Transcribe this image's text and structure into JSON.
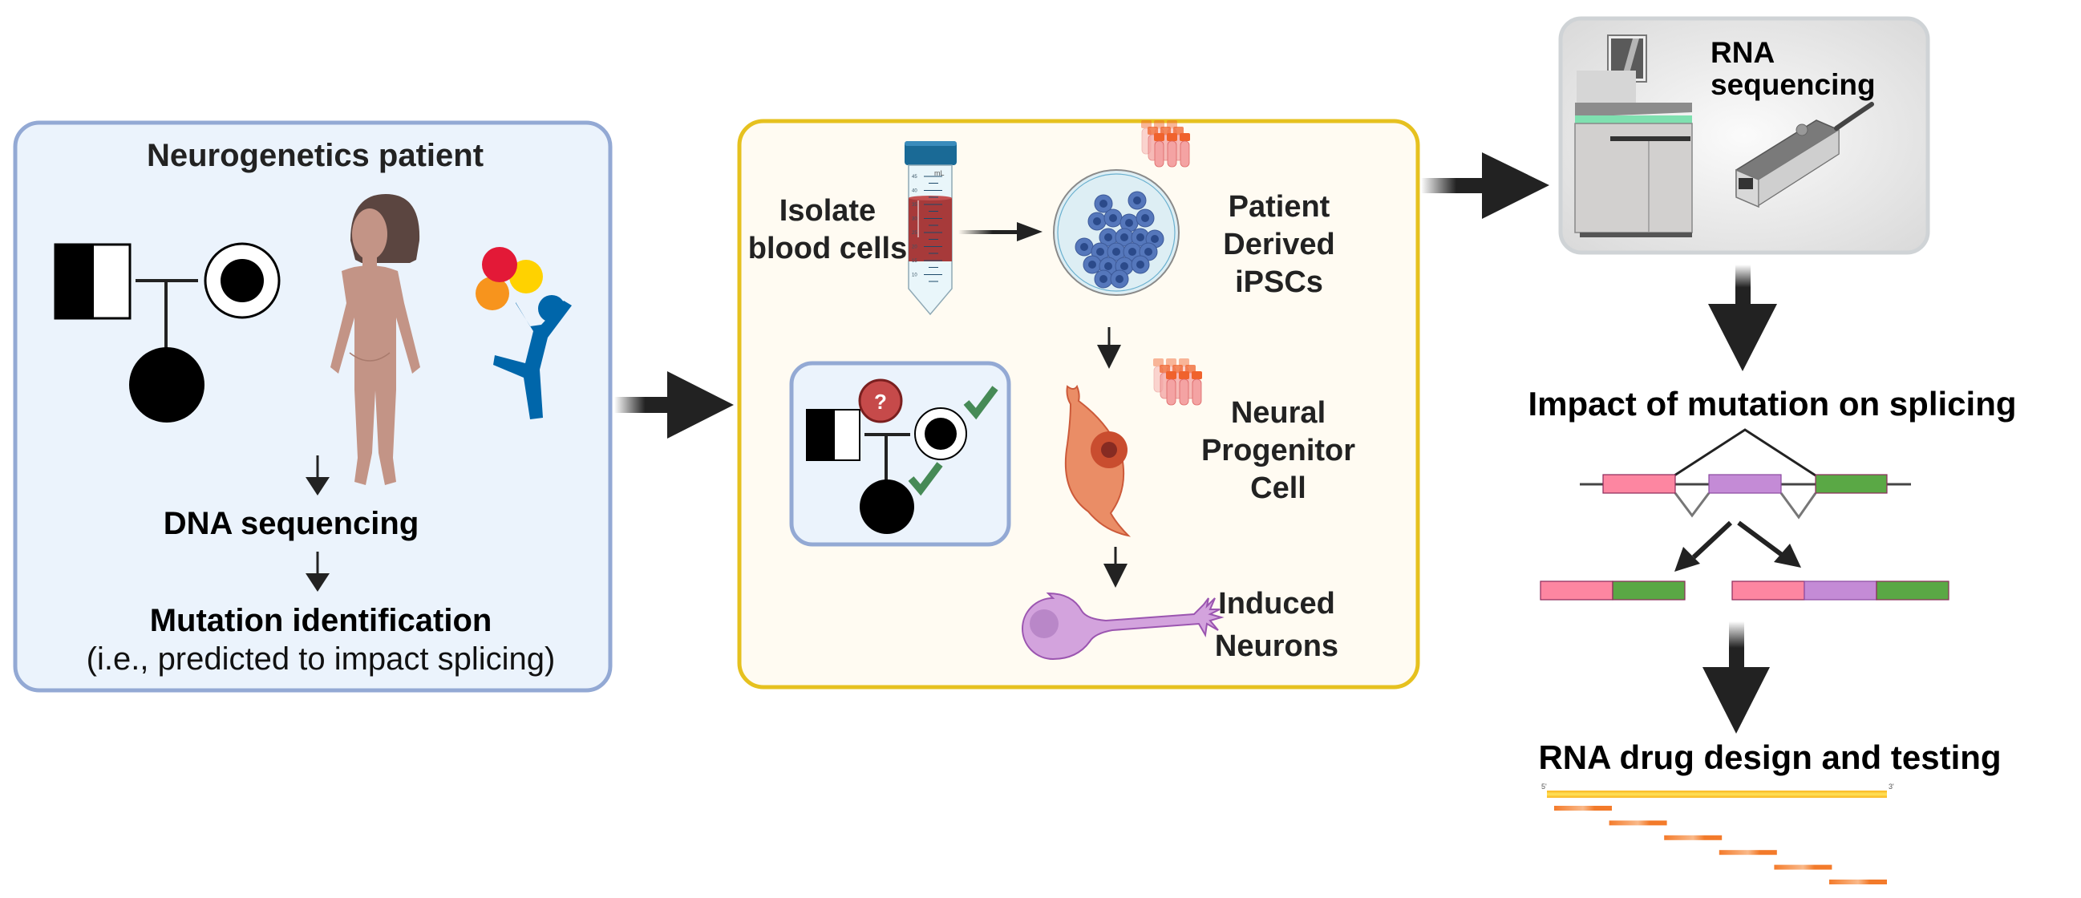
{
  "figure": {
    "title": "Patient-to-RNA-therapy workflow"
  },
  "colors": {
    "patient_panel_bg": "#ebf3fc",
    "patient_panel_border": "#93a9d4",
    "cell_panel_bg": "#fffbf2",
    "cell_panel_border": "#e6c11f",
    "seq_panel_bg": "#e8e8e8",
    "seq_panel_border": "#cfd3d6",
    "arrow": "#222222",
    "exon_1": "#fd86a1",
    "exon_2": "#c48bd6",
    "exon_3": "#5aa845",
    "exon_border": "#8b2a5a",
    "check": "#468a56",
    "question": "#c64a4a",
    "oligo": "#f27a2a",
    "target_strand": "#fdd33a"
  },
  "patient_panel": {
    "title": "Neurogenetics patient",
    "step1": "DNA sequencing",
    "step2": "Mutation identification",
    "step2_note": "(i.e., predicted to impact splicing)"
  },
  "cell_panel": {
    "isolate_line1": "Isolate",
    "isolate_line2": "blood cells",
    "ipsc_line1": "Patient",
    "ipsc_line2": "Derived",
    "ipsc_line3": "iPSCs",
    "npc_line1": "Neural",
    "npc_line2": "Progenitor",
    "npc_line3": "Cell",
    "neuron_line1": "Induced",
    "neuron_line2": "Neurons",
    "tube_unit": "mL",
    "tube_marks": [
      "45",
      "40",
      "35",
      "30",
      "25",
      "20",
      "15",
      "10"
    ],
    "question_mark": "?"
  },
  "sequencing_panel": {
    "line1": "RNA",
    "line2": "sequencing"
  },
  "splicing": {
    "title": "Impact of mutation on splicing",
    "isoform_skipped": [
      "exon_1",
      "exon_3"
    ],
    "isoform_full": [
      "exon_1",
      "exon_2",
      "exon_3"
    ]
  },
  "drug": {
    "title": "RNA drug design and testing",
    "five_prime": "5'",
    "three_prime": "3'",
    "oligo_count": 6
  }
}
